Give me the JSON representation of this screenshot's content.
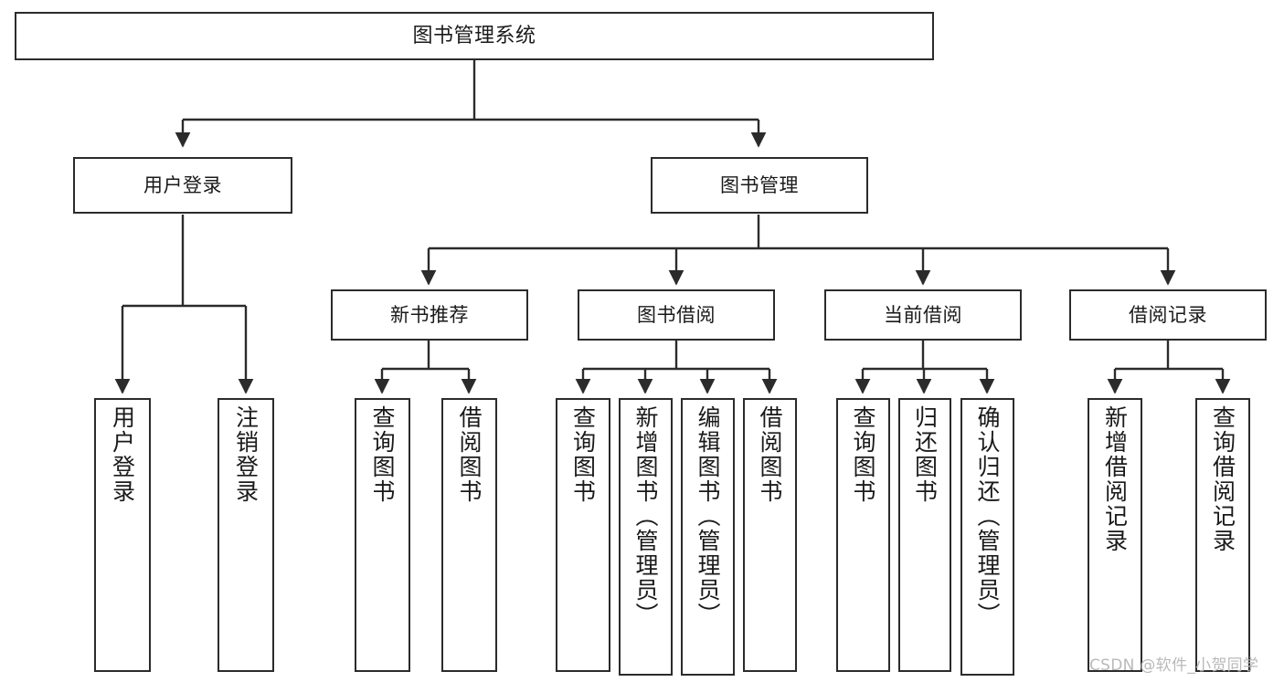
{
  "diagram": {
    "title": "图书管理系统",
    "type": "hierarchy-tree",
    "watermark": "CSDN @软件_小贺同学",
    "colors": {
      "stroke": "#2b2b2b",
      "fill": "#ffffff",
      "text": "#1a1a1a",
      "watermark": "#b9b9b9"
    },
    "levels": {
      "root": "图书管理系统",
      "level2": [
        "用户登录",
        "图书管理"
      ],
      "level3": [
        "新书推荐",
        "图书借阅",
        "当前借阅",
        "借阅记录"
      ]
    },
    "nodes": {
      "root": {
        "label": "图书管理系统"
      },
      "user_login": {
        "label": "用户登录"
      },
      "book_manage": {
        "label": "图书管理"
      },
      "new_book_rec": {
        "label": "新书推荐"
      },
      "book_borrow": {
        "label": "图书借阅"
      },
      "current_borrow": {
        "label": "当前借阅"
      },
      "borrow_record": {
        "label": "借阅记录"
      },
      "leaf_user_login": {
        "label": "用户登录"
      },
      "leaf_logout": {
        "label": "注销登录"
      },
      "leaf_query_book_1": {
        "label": "查询图书"
      },
      "leaf_borrow_book_1": {
        "label": "借阅图书"
      },
      "leaf_query_book_2": {
        "label": "查询图书"
      },
      "leaf_add_book": {
        "label": "新增图书（管理员）"
      },
      "leaf_edit_book": {
        "label": "编辑图书（管理员）"
      },
      "leaf_borrow_book_2": {
        "label": "借阅图书"
      },
      "leaf_query_book_3": {
        "label": "查询图书"
      },
      "leaf_return_book": {
        "label": "归还图书"
      },
      "leaf_confirm_return": {
        "label": "确认归还（管理员）"
      },
      "leaf_add_record": {
        "label": "新增借阅记录"
      },
      "leaf_query_record": {
        "label": "查询借阅记录"
      }
    },
    "edges": [
      {
        "from": "root",
        "to": "user_login"
      },
      {
        "from": "root",
        "to": "book_manage"
      },
      {
        "from": "user_login",
        "to": "leaf_user_login"
      },
      {
        "from": "user_login",
        "to": "leaf_logout"
      },
      {
        "from": "book_manage",
        "to": "new_book_rec"
      },
      {
        "from": "book_manage",
        "to": "book_borrow"
      },
      {
        "from": "book_manage",
        "to": "current_borrow"
      },
      {
        "from": "book_manage",
        "to": "borrow_record"
      },
      {
        "from": "new_book_rec",
        "to": "leaf_query_book_1"
      },
      {
        "from": "new_book_rec",
        "to": "leaf_borrow_book_1"
      },
      {
        "from": "book_borrow",
        "to": "leaf_query_book_2"
      },
      {
        "from": "book_borrow",
        "to": "leaf_add_book"
      },
      {
        "from": "book_borrow",
        "to": "leaf_edit_book"
      },
      {
        "from": "book_borrow",
        "to": "leaf_borrow_book_2"
      },
      {
        "from": "current_borrow",
        "to": "leaf_query_book_3"
      },
      {
        "from": "current_borrow",
        "to": "leaf_return_book"
      },
      {
        "from": "current_borrow",
        "to": "leaf_confirm_return"
      },
      {
        "from": "borrow_record",
        "to": "leaf_add_record"
      },
      {
        "from": "borrow_record",
        "to": "leaf_query_record"
      }
    ]
  }
}
